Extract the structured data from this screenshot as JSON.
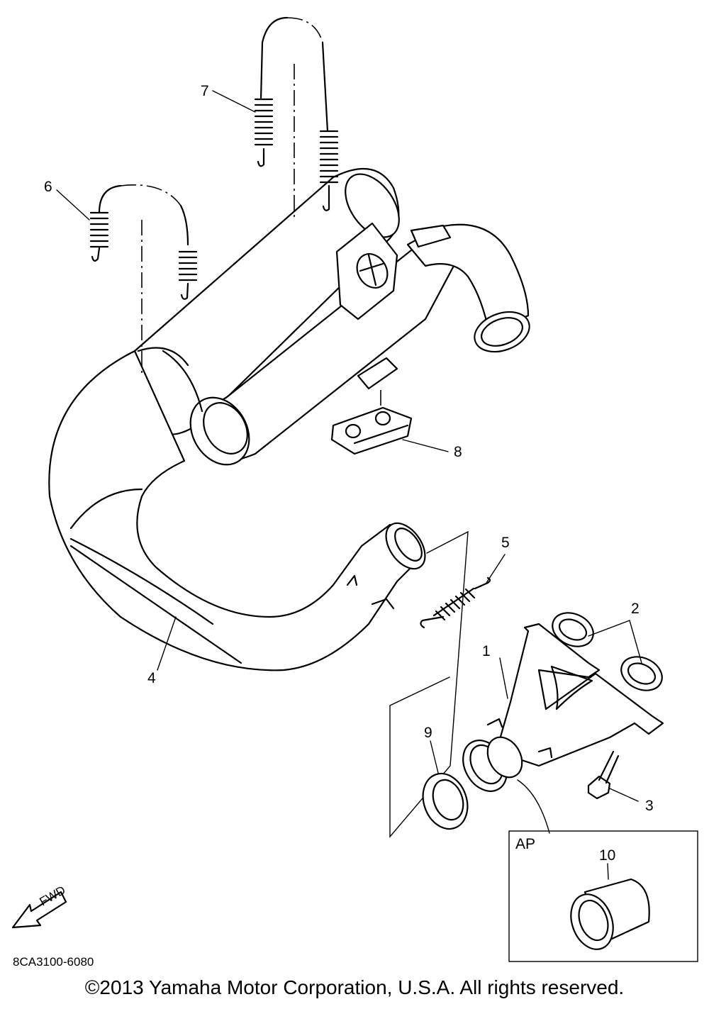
{
  "callouts": [
    "1",
    "2",
    "3",
    "4",
    "5",
    "6",
    "7",
    "8",
    "9",
    "10"
  ],
  "inset_label": "AP",
  "fwd_label": "FWD",
  "diagram_code": "8CA3100-6080",
  "copyright": "©2013 Yamaha Motor Corporation, U.S.A. All rights reserved."
}
